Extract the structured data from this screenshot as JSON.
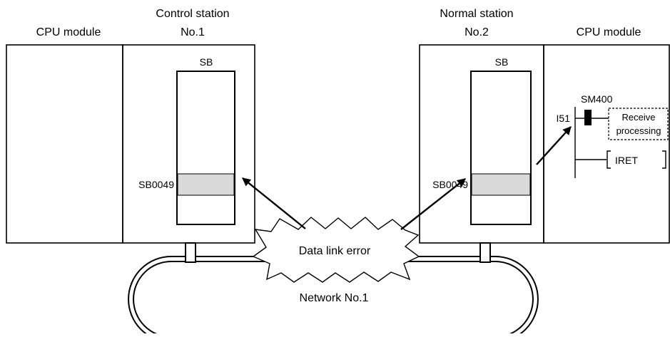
{
  "labels": {
    "cpu_module_left": "CPU module",
    "cpu_module_right": "CPU module",
    "control_station_line1": "Control station",
    "control_station_line2": "No.1",
    "normal_station_line1": "Normal station",
    "normal_station_line2": "No.2",
    "sb_left": "SB",
    "sb_right": "SB",
    "sb0049_left": "SB0049",
    "sb0049_right": "SB0049",
    "error_burst": "Data link error",
    "network": "Network No.1"
  },
  "ladder": {
    "special_relay": "SM400",
    "interrupt_pointer": "I51",
    "receive_line1": "Receive",
    "receive_line2": "processing",
    "iret": "IRET"
  },
  "colors": {
    "line": "#000000",
    "highlight_fill": "#d9d9d9",
    "background": "#ffffff"
  }
}
